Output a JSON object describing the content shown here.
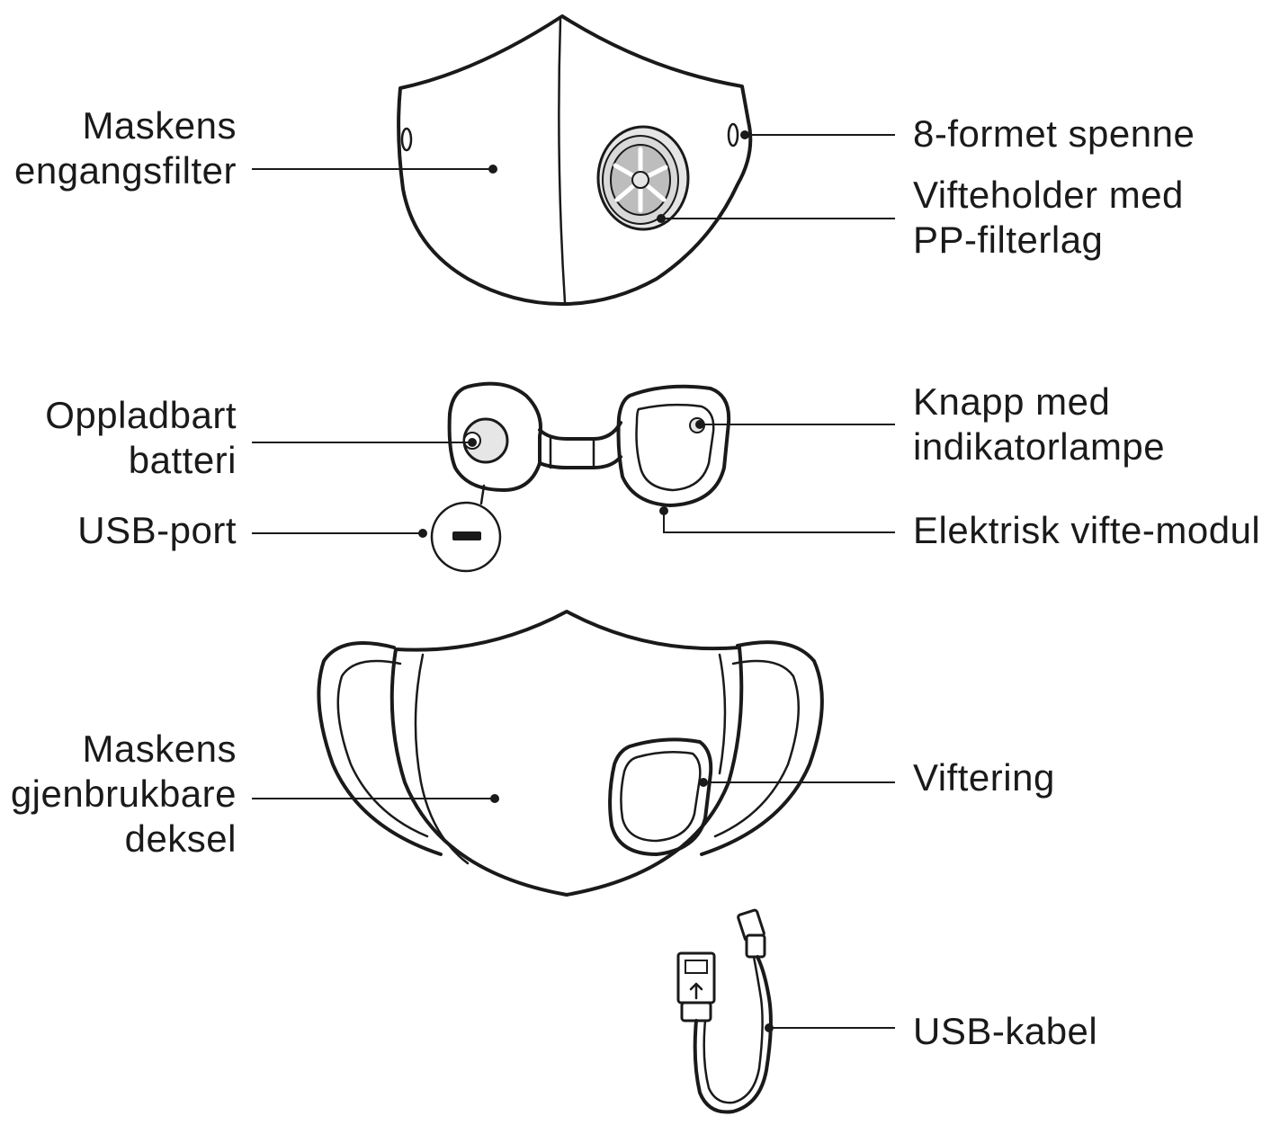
{
  "labels": {
    "disposable_filter": [
      "Maskens",
      "engangsfilter"
    ],
    "buckle": [
      "8-formet spenne"
    ],
    "fan_holder": [
      "Vifteholder med",
      "PP-filterlag"
    ],
    "battery": [
      "Oppladbart",
      "batteri"
    ],
    "button": [
      "Knapp med",
      "indikatorlampe"
    ],
    "usb_port": [
      "USB-port"
    ],
    "fan_module": [
      "Elektrisk vifte-modul"
    ],
    "reusable_cover": [
      "Maskens",
      "gjenbrukbare",
      "deksel"
    ],
    "fan_ring": [
      "Viftering"
    ],
    "usb_cable": [
      "USB-kabel"
    ]
  },
  "colors": {
    "line": "#1a1a1a",
    "background": "#ffffff",
    "fill_light": "#e6e6e6"
  }
}
